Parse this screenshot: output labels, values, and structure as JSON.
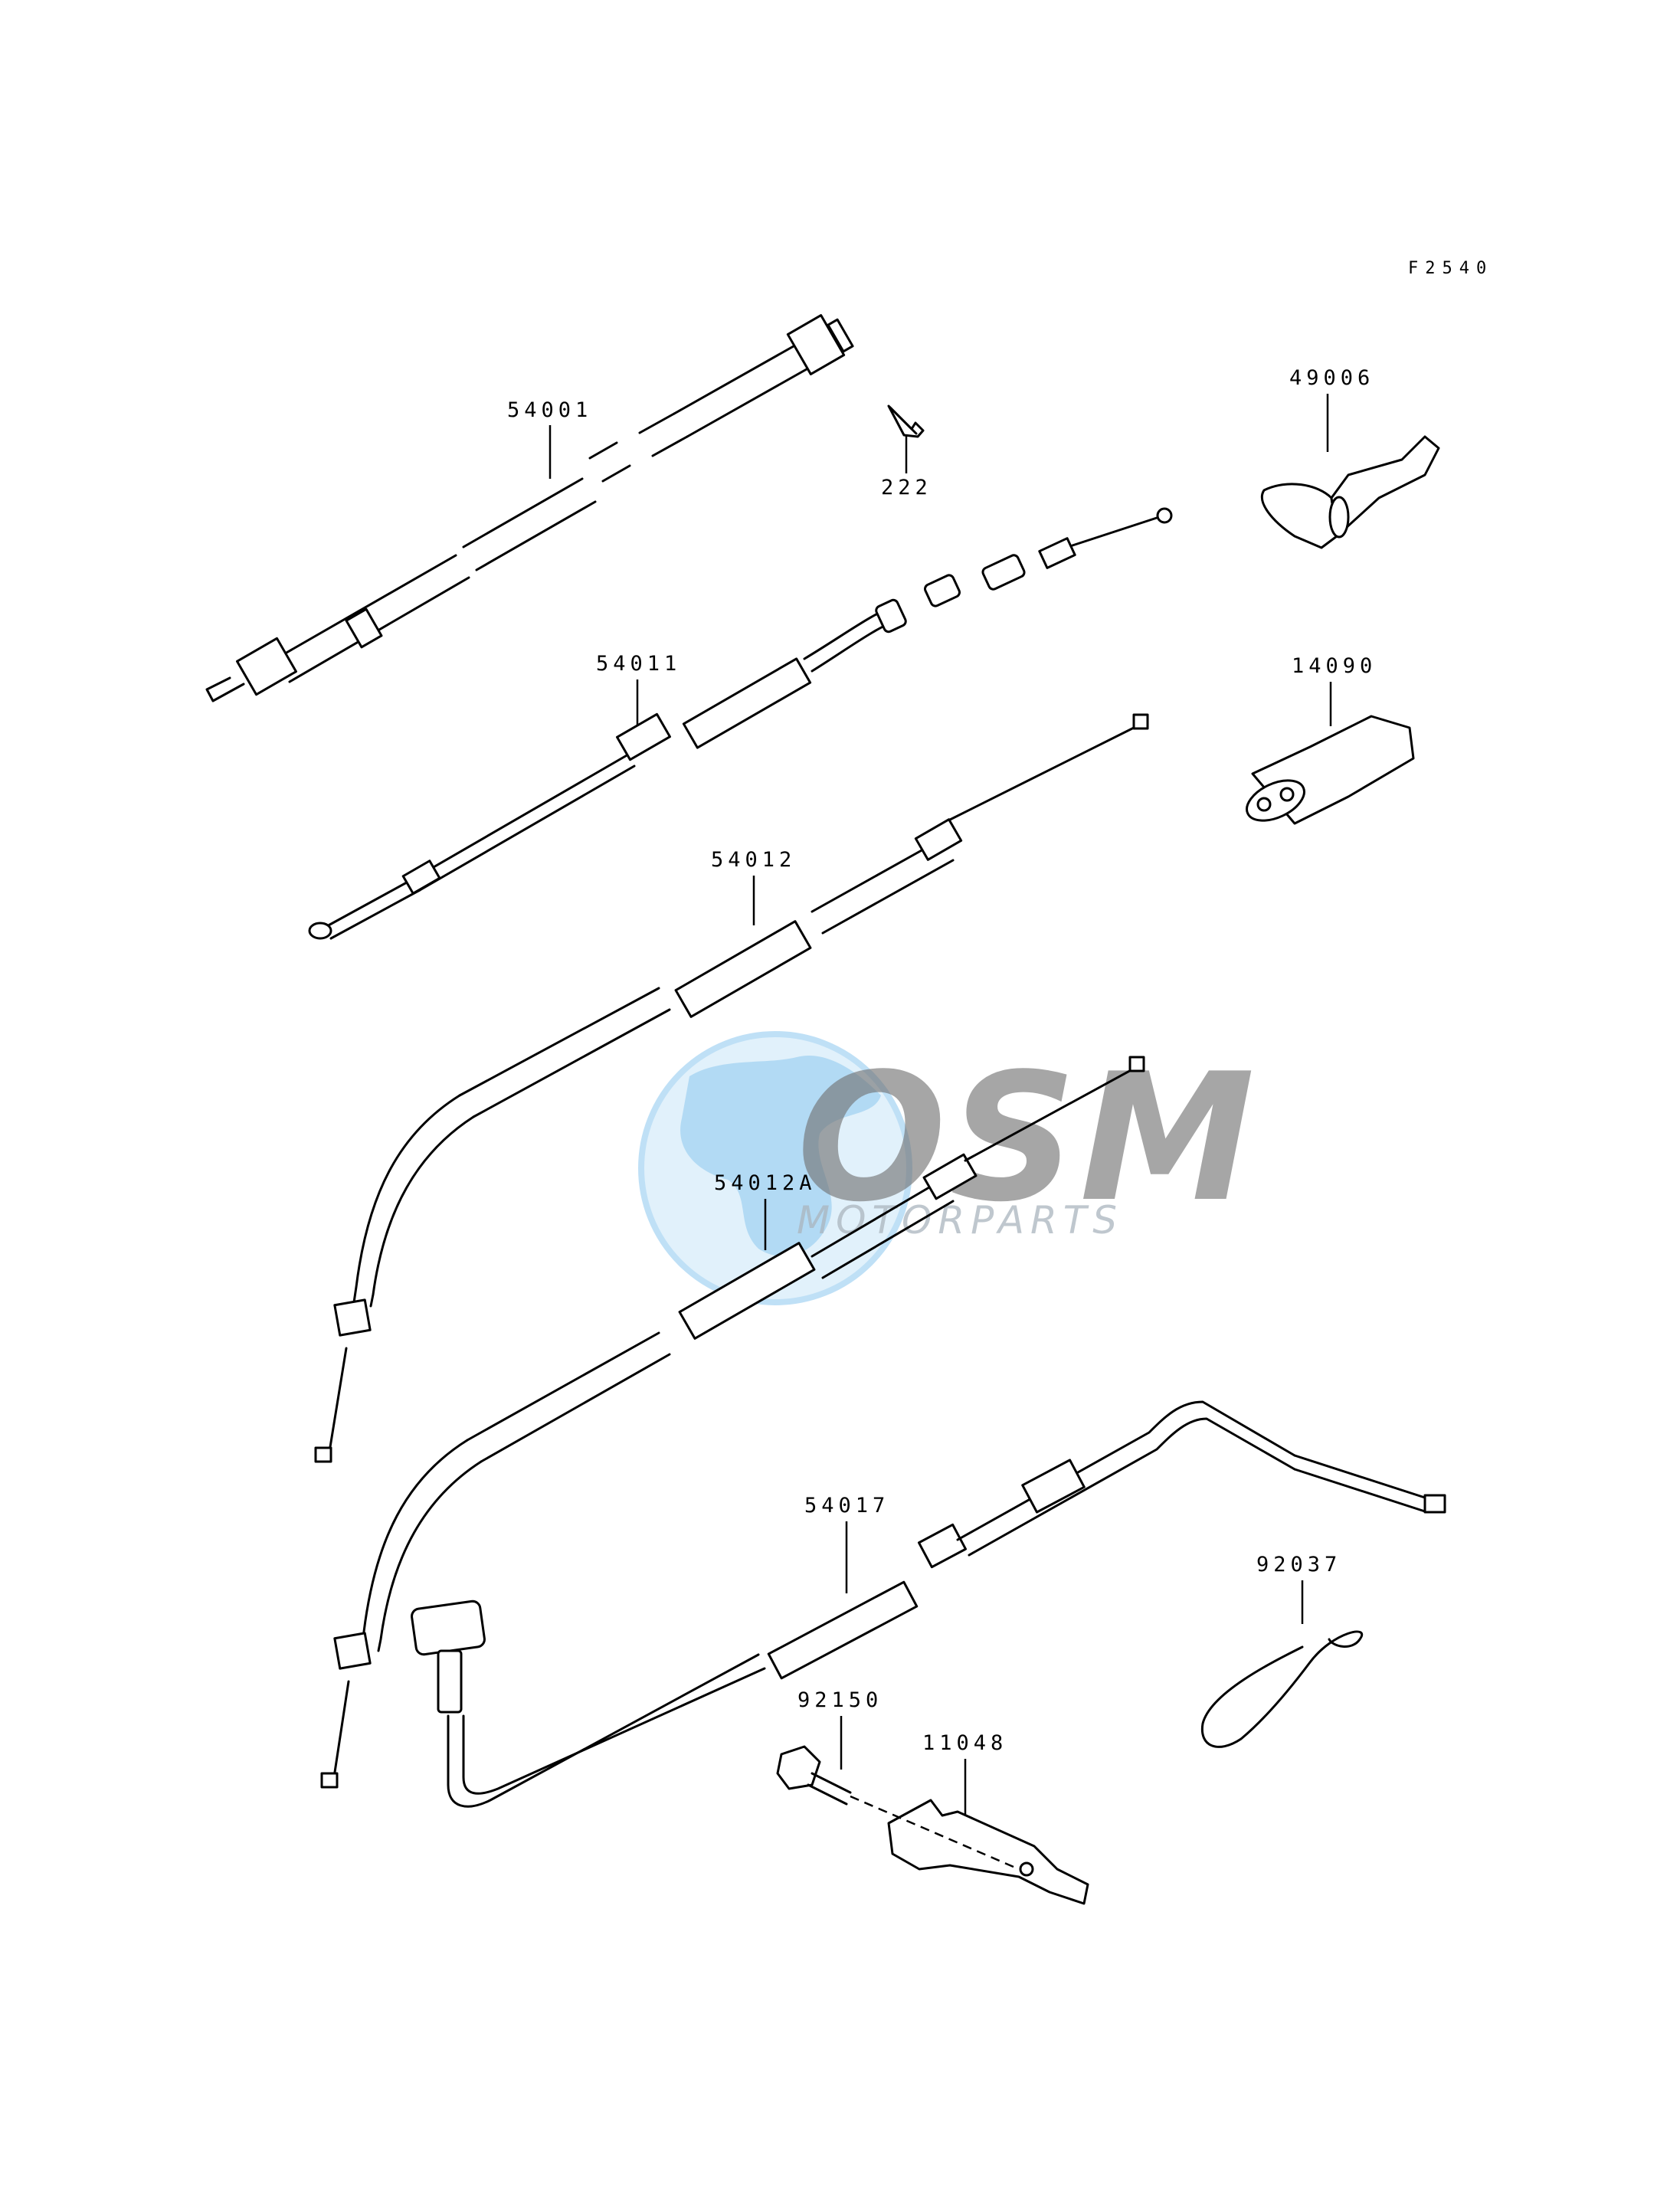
{
  "diagram": {
    "code": "F2540",
    "parts": [
      {
        "id": "54001",
        "label": "54001"
      },
      {
        "id": "222",
        "label": "222"
      },
      {
        "id": "49006",
        "label": "49006"
      },
      {
        "id": "54011",
        "label": "54011"
      },
      {
        "id": "14090",
        "label": "14090"
      },
      {
        "id": "54012",
        "label": "54012"
      },
      {
        "id": "54012A",
        "label": "54012A"
      },
      {
        "id": "54017",
        "label": "54017"
      },
      {
        "id": "92037",
        "label": "92037"
      },
      {
        "id": "92150",
        "label": "92150"
      },
      {
        "id": "11048",
        "label": "11048"
      }
    ]
  },
  "watermark": {
    "brand": "OSM",
    "tagline": "MOTORPARTS",
    "colors": {
      "globe": "#cfe6f7",
      "globe_land": "#9fd0f0",
      "text": "#6f6f6f"
    }
  }
}
